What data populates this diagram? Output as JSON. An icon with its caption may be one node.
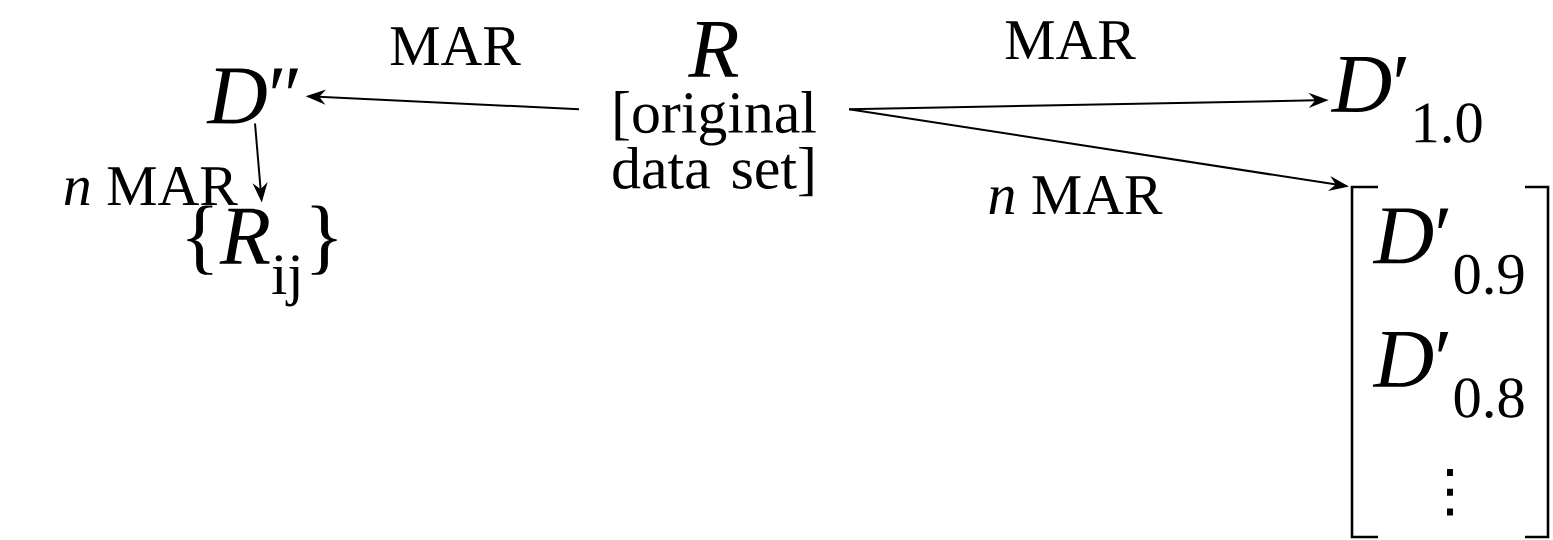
{
  "diagram": {
    "nodes": [
      {
        "text": [
          "R",
          "[original data set]"
        ]
      },
      {
        "text": [
          "*D*″"
        ]
      },
      {
        "text": [
          "{*R*$_{ij}$}"
        ]
      },
      {
        "text": [
          "*D*′$_{1.0}$"
        ]
      },
      {
        "text": [
          "*D*′$_{0.9}$",
          "*D*′$_{0.8}$",
          "⋮"
        ]
      }
    ],
    "edges": [
      {
        "from": 0,
        "to": 1,
        "arrow": "to",
        "label": "MAR"
      },
      {
        "from": 1,
        "to": 2,
        "arrow": "to",
        "label": "*n* MAR"
      },
      {
        "from": 0,
        "to": 3,
        "arrow": "to",
        "label": "MAR"
      },
      {
        "from": 0,
        "to": 4,
        "arrow": "to",
        "label": "*n* MAR"
      }
    ]
  }
}
